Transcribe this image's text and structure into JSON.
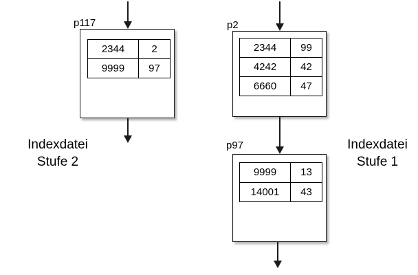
{
  "diagram": {
    "type": "b-tree-index-diagram",
    "background_color": "#ffffff",
    "line_color": "#1a1a1a"
  },
  "captions": {
    "left": {
      "line1": "Indexdatei",
      "line2": "Stufe 2"
    },
    "right": {
      "line1": "Indexdatei",
      "line2": "Stufe 1"
    }
  },
  "pages": [
    {
      "id": "p117",
      "label": "p117",
      "level": 2,
      "columns": [
        "key",
        "pointer"
      ],
      "rows": [
        {
          "key": "2344",
          "pointer": "2"
        },
        {
          "key": "9999",
          "pointer": "97"
        }
      ]
    },
    {
      "id": "p2",
      "label": "p2",
      "level": 1,
      "columns": [
        "key",
        "pointer"
      ],
      "rows": [
        {
          "key": "2344",
          "pointer": "99"
        },
        {
          "key": "4242",
          "pointer": "42"
        },
        {
          "key": "6660",
          "pointer": "47"
        }
      ]
    },
    {
      "id": "p97",
      "label": "p97",
      "level": 1,
      "columns": [
        "key",
        "pointer"
      ],
      "rows": [
        {
          "key": "9999",
          "pointer": "13"
        },
        {
          "key": "14001",
          "pointer": "43"
        }
      ]
    }
  ],
  "arrows": [
    {
      "name": "arrow-into-p117",
      "direction": "down"
    },
    {
      "name": "arrow-out-of-p117",
      "direction": "down"
    },
    {
      "name": "arrow-into-p2",
      "direction": "down"
    },
    {
      "name": "arrow-p2-to-p97",
      "direction": "down"
    },
    {
      "name": "arrow-out-of-p97",
      "direction": "down"
    }
  ]
}
